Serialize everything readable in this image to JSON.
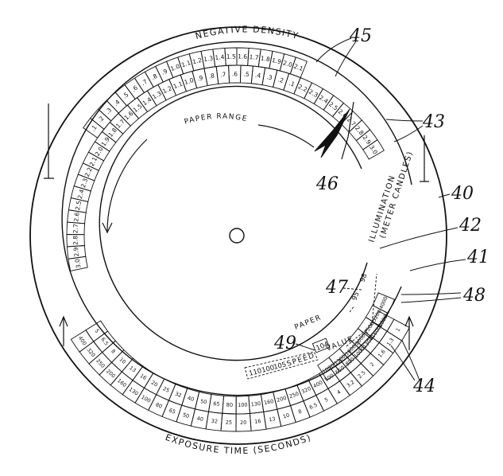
{
  "labels": {
    "negative_density": "NEGATIVE DENSITY",
    "paper_range": "PAPER RANGE",
    "illumination": "ILLUMINATION",
    "meter_candles": "(METER CANDLES)",
    "exposure_time": "EXPOSURE TIME (SECONDS)",
    "paper": "PAPER",
    "speed": "SPEED",
    "value": "VALUE"
  },
  "reference_numerals": [
    "40",
    "41",
    "42",
    "43",
    "44",
    "45",
    "46",
    "47",
    "48",
    "49"
  ],
  "scales": {
    "density_outer": [
      ".1",
      ".2",
      ".3",
      ".4",
      ".5",
      ".6",
      ".7",
      ".8",
      ".9",
      "1.0",
      "1.1",
      "1.2",
      "1.3",
      "1.4",
      "1.5",
      "1.6",
      "1.7",
      "1.8",
      "1.9",
      "2.0",
      "2.1"
    ],
    "density_inner": [
      "3.0",
      "2.9",
      "2.8",
      "2.7",
      "2.6",
      "2.5",
      "2.4",
      "2.3",
      "2.2",
      "2.1",
      "2.0",
      "1.9",
      "1.8",
      "1.7",
      "1.6",
      "1.5",
      "1.4",
      "1.3",
      "1.2",
      "1.1",
      "1.0",
      ".9",
      ".8",
      ".7",
      ".6",
      ".5",
      ".4",
      ".3",
      ".2",
      ".1"
    ],
    "density_continue": [
      "2.2",
      "2.3",
      "2.4",
      "2.5",
      "2.6",
      "2.7",
      "2.8",
      "2.9",
      "3.0"
    ],
    "illumination_values": [
      "4000",
      "3200",
      "2500",
      "2000",
      "1600",
      "1300",
      "1000"
    ],
    "exposure_outer": [
      "400",
      "320",
      "250",
      "200",
      "160",
      "130",
      "100",
      "80",
      "65",
      "50",
      "40",
      "32",
      "25",
      "20",
      "16",
      "13",
      "10",
      "8",
      "6.5",
      "5",
      "4",
      "3.2",
      "2.5",
      "2",
      "1.6",
      "1.3",
      "1"
    ],
    "exposure_inner": [
      "5",
      "6.5",
      "8",
      "10",
      "13",
      "16",
      "20",
      "25",
      "32",
      "40",
      "50",
      "65",
      "80",
      "100",
      "130",
      "160",
      "200",
      "250",
      "320",
      "400",
      "500",
      "650",
      "800",
      "1000",
      "1300",
      "1600",
      "2000"
    ],
    "paper_speed_values": [
      "110",
      "100",
      "105"
    ],
    "paper_speed_selected": "104",
    "paper_value_marks": [
      "95",
      "98"
    ]
  }
}
